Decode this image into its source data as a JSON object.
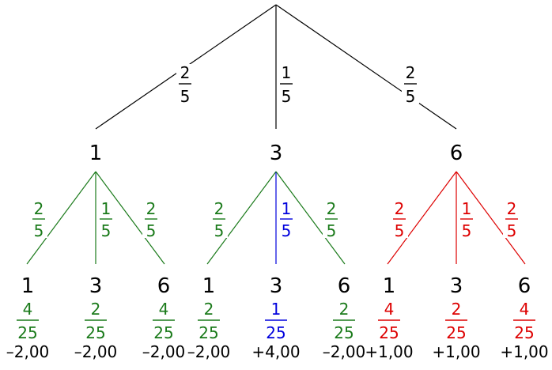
{
  "colors": {
    "black": "#000000",
    "green": "#1a7a1a",
    "blue": "#0000dd",
    "red": "#dd0000"
  },
  "root_branches": [
    {
      "num": "2",
      "den": "5"
    },
    {
      "num": "1",
      "den": "5"
    },
    {
      "num": "2",
      "den": "5"
    }
  ],
  "level1_nodes": [
    "1",
    "3",
    "6"
  ],
  "groups": [
    {
      "color_key": "green",
      "branches": [
        {
          "num": "2",
          "den": "5",
          "color_key": "green"
        },
        {
          "num": "1",
          "den": "5",
          "color_key": "green"
        },
        {
          "num": "2",
          "den": "5",
          "color_key": "green"
        }
      ],
      "leaves": [
        {
          "value": "1",
          "num": "4",
          "den": "25",
          "color_key": "green",
          "result": "–2,00"
        },
        {
          "value": "3",
          "num": "2",
          "den": "25",
          "color_key": "green",
          "result": "–2,00"
        },
        {
          "value": "6",
          "num": "4",
          "den": "25",
          "color_key": "green",
          "result": "–2,00"
        }
      ]
    },
    {
      "color_key": "green",
      "branches": [
        {
          "num": "2",
          "den": "5",
          "color_key": "green"
        },
        {
          "num": "1",
          "den": "5",
          "color_key": "blue"
        },
        {
          "num": "2",
          "den": "5",
          "color_key": "green"
        }
      ],
      "leaves": [
        {
          "value": "1",
          "num": "2",
          "den": "25",
          "color_key": "green",
          "result": "–2,00"
        },
        {
          "value": "3",
          "num": "1",
          "den": "25",
          "color_key": "blue",
          "result": "+4,00"
        },
        {
          "value": "6",
          "num": "2",
          "den": "25",
          "color_key": "green",
          "result": "–2,00"
        }
      ]
    },
    {
      "color_key": "red",
      "branches": [
        {
          "num": "2",
          "den": "5",
          "color_key": "red"
        },
        {
          "num": "1",
          "den": "5",
          "color_key": "red"
        },
        {
          "num": "2",
          "den": "5",
          "color_key": "red"
        }
      ],
      "leaves": [
        {
          "value": "1",
          "num": "4",
          "den": "25",
          "color_key": "red",
          "result": "+1,00"
        },
        {
          "value": "3",
          "num": "2",
          "den": "25",
          "color_key": "red",
          "result": "+1,00"
        },
        {
          "value": "6",
          "num": "4",
          "den": "25",
          "color_key": "red",
          "result": "+1,00"
        }
      ]
    }
  ]
}
